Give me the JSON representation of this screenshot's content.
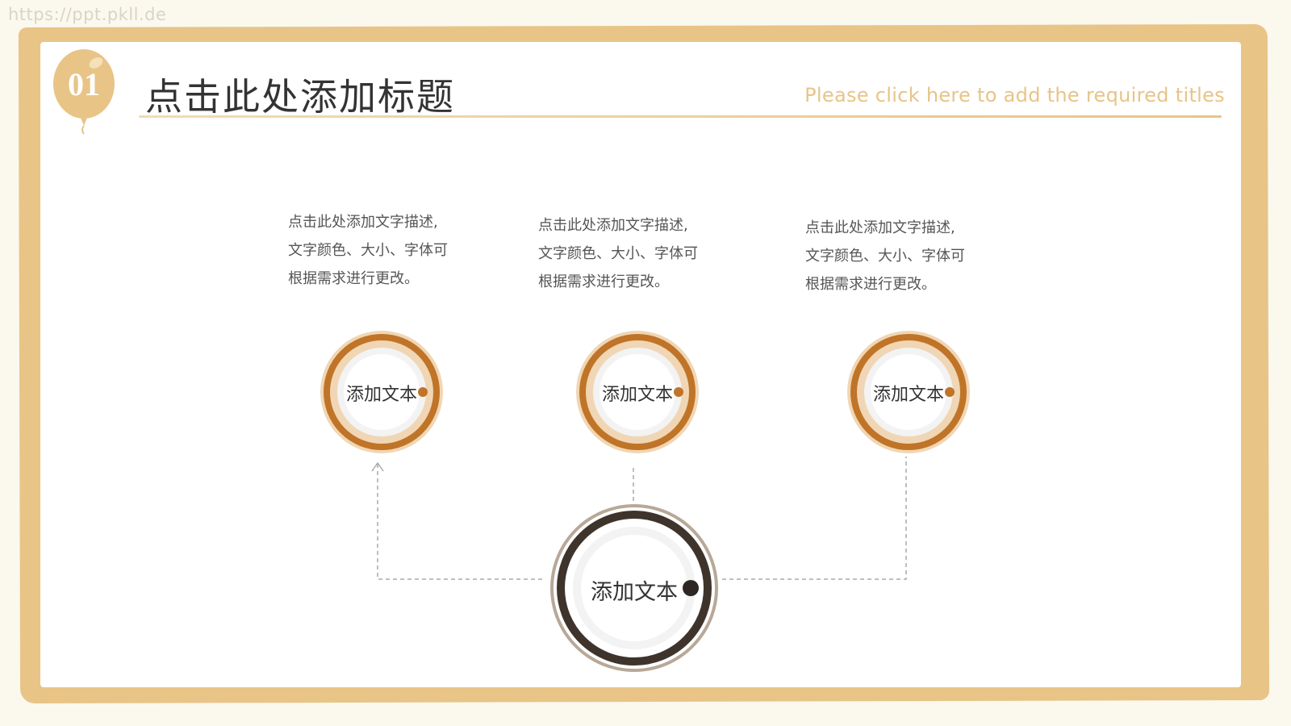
{
  "watermark": "https://ppt.pkll.de",
  "badge_number": "01",
  "title": "点击此处添加标题",
  "subtitle": "Please click here to add the required titles",
  "items": [
    {
      "desc": [
        "点击此处添加文字描述,",
        "文字颜色、大小、字体可",
        "根据需求进行更改。"
      ],
      "label": "添加文本"
    },
    {
      "desc": [
        "点击此处添加文字描述,",
        "文字颜色、大小、字体可",
        "根据需求进行更改。"
      ],
      "label": "添加文本"
    },
    {
      "desc": [
        "点击此处添加文字描述,",
        "文字颜色、大小、字体可",
        "根据需求进行更改。"
      ],
      "label": "添加文本"
    }
  ],
  "center": {
    "label": "添加文本"
  },
  "colors": {
    "frame": "#e8c487",
    "accent": "#c07428",
    "center_ring": "#3e342c",
    "center_outer": "#b8a898",
    "subtitle": "#e8c487"
  },
  "icons": {
    "badge": "balloon-icon"
  }
}
